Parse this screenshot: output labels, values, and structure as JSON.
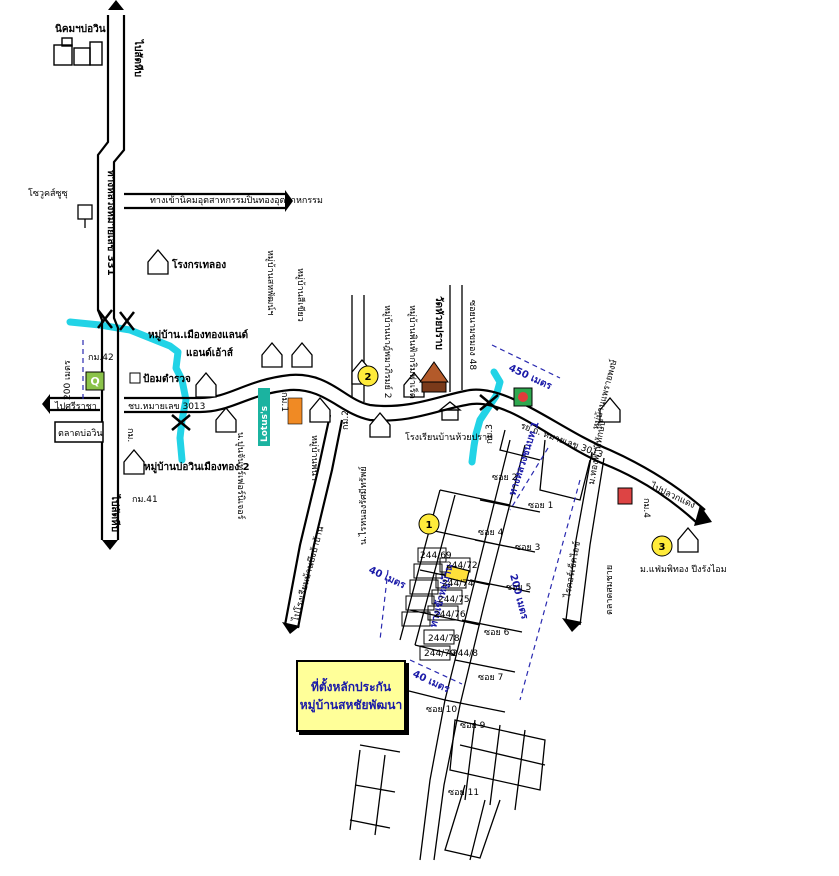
{
  "labels": {
    "industrial_estate": "นิคมฯบ่อวิน",
    "to_sattahip_top": "ไปสัตหีบ",
    "highway_331": "ทางหลวงหมายเลข 331",
    "robinson_road": "ทางเข้านิคมอุตสาหกรรมปิ่นทองอุตสาหกรรม",
    "logo_q": "โซวูคส์ซูซุ",
    "factory": "โรงกรเทลอง",
    "village_muang_thong": "หมู่บ้าน.เมืองทองแลนด์",
    "and_ville": "แอนด์เอ้าส์",
    "km42": "กม.42",
    "dist_200_left": "200 เมตร",
    "police_box": "ป้อมตำรวจ",
    "to_sriracha": "ไปศรีราชา",
    "bowin_market": "ตลาดบ่อวิน",
    "road_3013_left": "ชบ.หมายเลข 3013",
    "km_left": "กม.",
    "village_muang_thong2": "หมู่บ้านบ่อวินเมืองทอง 2",
    "km41": "กม.41",
    "to_sattahip_bottom": "ไปสัตหีบ",
    "village_a": "หมู่บ้านสหพัฒน์ฯ",
    "village_b": "หมู่บ้านสีเขียว",
    "lotus": "Lotus's",
    "km1": "กม.1",
    "village_c": "หมู่บ้านพนา",
    "ban_pho": "น.ปูนจันทร์เฟอร์นิเจอร์",
    "to_school": "ไปโรงเรียนบ้านบึงบ้าบ้าน",
    "village_d": "หมู่บ้านนาฎ์พมาภิรมย์ 2",
    "village_e": "หมู่บ้านพินฟ้ากริมฟาเร็ต",
    "temple": "วัดหัวยปราบ",
    "soi_48": "ซอยนามขมอง 48",
    "km2": "กม.2",
    "ban_saeng": "น.ไรหนองรัศมีทรัพย์",
    "school": "โรงเรียนบ้านห้วยปราบ",
    "dist_450": "450 เมตร",
    "km3": "กม.3",
    "road_3013_right": "รย.ถ. หมายเลข 3013",
    "village_right": "หมู่บ้านแพรายพงษ์",
    "to_pluak_daeng": "ไปปลวกแดง",
    "km4": "กม.4",
    "ban_right": "ม.ทองฟ้าพิทักษ์ปี",
    "dist_200_right": "200 เมตร",
    "phluak_lane": "ไรคอร์เช็คไอซ์",
    "market_right": "ตลาดสมชาย",
    "village_bottom_right": "ม.แฟ่มพิทอง ปีงรังไอม",
    "house_numbers": [
      "244/69",
      "244/72",
      "244/74",
      "244/75",
      "244/76",
      "244/78",
      "244/79",
      "244/8"
    ],
    "soi_labels": [
      "ซอย 1",
      "ซอย 2",
      "ซอย 3",
      "ซอย 4",
      "ซอย 5",
      "ซอย 6",
      "ซอย 7",
      "ซอย 9",
      "ซอย 10",
      "ซอย 11"
    ],
    "dist_40_a": "40 เมตร",
    "dist_40_b": "40 เมตร",
    "road_diag_a": "ทางหลวงชนบท 1",
    "road_diag_b": "ทางเข้าหมู่บ้าน",
    "markers": [
      "1",
      "2",
      "3"
    ]
  },
  "legend": {
    "line1": "ที่ตั้งหลักประกัน",
    "line2": "หมู่บ้านสหชัยพัฒนา"
  },
  "colors": {
    "river": "#22d3e6",
    "marker": "#ffeb3b",
    "distance": "#2a2ab0",
    "legend_bg": "#ffff99",
    "lotus_bg": "#1bb3a0",
    "seven_bg": "#f08a24",
    "highlight_lot": "#ffe03a"
  }
}
